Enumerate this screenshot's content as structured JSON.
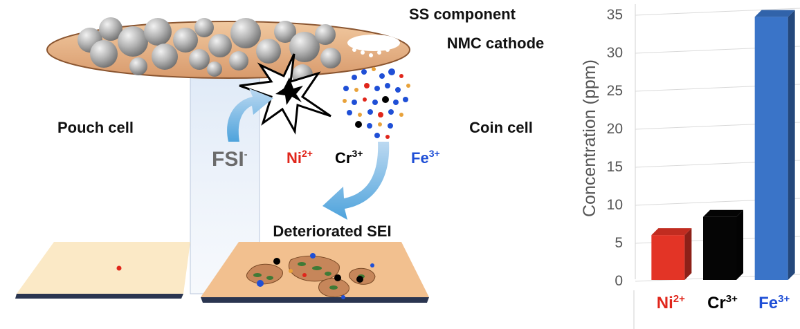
{
  "diagram": {
    "ss_component": "SS component",
    "nmc_cathode": "NMC cathode",
    "pouch_cell": "Pouch cell",
    "coin_cell": "Coin cell",
    "deteriorated_sei": "Deteriorated SEI",
    "fsi_ion": {
      "base": "FSI",
      "sup": "-"
    },
    "ni_ion": {
      "base": "Ni",
      "sup": "2+",
      "color": "#e0261b"
    },
    "cr_ion": {
      "base": "Cr",
      "sup": "3+",
      "color": "#000000"
    },
    "fe_ion": {
      "base": "Fe",
      "sup": "3+",
      "color": "#1f4fd6"
    }
  },
  "chart_data": {
    "type": "bar",
    "ylabel": "Concentration (ppm)",
    "ylim": [
      0,
      35
    ],
    "yticks": [
      "0",
      "5",
      "10",
      "15",
      "20",
      "25",
      "30",
      "35"
    ],
    "categories": [
      {
        "base": "Ni",
        "sup": "2+",
        "color": "#e0261b"
      },
      {
        "base": "Cr",
        "sup": "3+",
        "color": "#000000"
      },
      {
        "base": "Fe",
        "sup": "3+",
        "color": "#1f4fd6"
      }
    ],
    "values": [
      5.9,
      8.3,
      34.6
    ],
    "bar_colors": [
      "#e33426",
      "#050505",
      "#3a74c8"
    ],
    "grid": true
  }
}
